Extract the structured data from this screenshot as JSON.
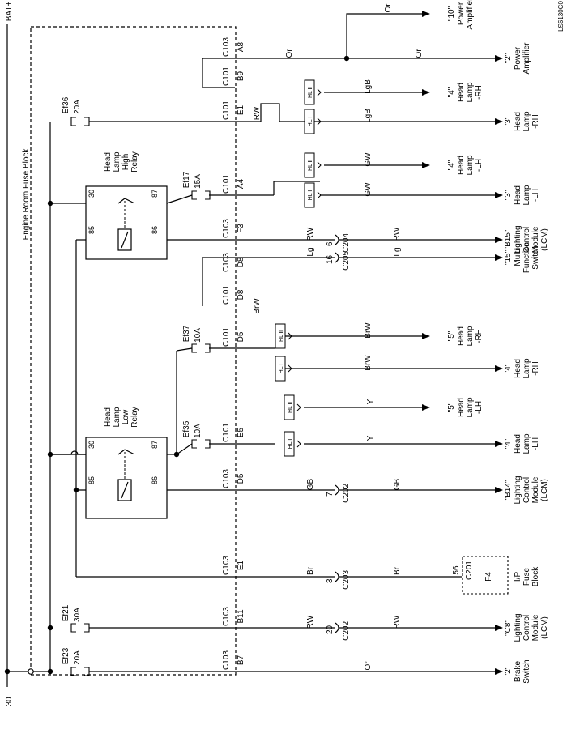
{
  "diagram_id": "LS6130C0",
  "power": {
    "bat_label": "BAT+",
    "ground_label": "30"
  },
  "fuse_block_title": "Engine Room Fuse Block",
  "relays": {
    "high": {
      "title_lines": [
        "Head",
        "Lamp",
        "High",
        "Relay"
      ],
      "pins": [
        "30",
        "87",
        "85",
        "86"
      ]
    },
    "low": {
      "title_lines": [
        "Head",
        "Lamp",
        "Low",
        "Relay"
      ],
      "pins": [
        "30",
        "87",
        "85",
        "86"
      ]
    }
  },
  "fuses": [
    {
      "name": "Ef36",
      "rating": "20A"
    },
    {
      "name": "Ef17",
      "rating": "15A"
    },
    {
      "name": "Ef37",
      "rating": "10A"
    },
    {
      "name": "Ef35",
      "rating": "10A"
    },
    {
      "name": "Ef21",
      "rating": "30A"
    },
    {
      "name": "Ef23",
      "rating": "20A"
    }
  ],
  "connectors": [
    {
      "conn": "C103",
      "pin": "A8"
    },
    {
      "conn": "C101",
      "pin": "B9"
    },
    {
      "conn": "C101",
      "pin": "E1"
    },
    {
      "conn": "C101",
      "pin": "A4"
    },
    {
      "conn": "C103",
      "pin": "F3"
    },
    {
      "conn": "C103",
      "pin": "D8"
    },
    {
      "conn": "C101",
      "pin": "D8"
    },
    {
      "conn": "C101",
      "pin": "D5"
    },
    {
      "conn": "C101",
      "pin": "E5"
    },
    {
      "conn": "C103",
      "pin": "D5"
    },
    {
      "conn": "C103",
      "pin": "E1"
    },
    {
      "conn": "C103",
      "pin": "B11"
    },
    {
      "conn": "C103",
      "pin": "B7"
    }
  ],
  "inline_connectors": [
    {
      "pin": "6",
      "conn": "C204"
    },
    {
      "pin": "16",
      "conn": "C205"
    },
    {
      "pin": "7",
      "conn": "C202"
    },
    {
      "pin": "3",
      "conn": "C203"
    },
    {
      "pin": "20",
      "conn": "C202"
    }
  ],
  "wire_colors": {
    "or_top": "Or",
    "or_main_left": "Or",
    "or_main_right": "Or",
    "rw_ef36": "RW",
    "lgb_upper": "LgB",
    "lgb_lower": "LgB",
    "gw_upper": "GW",
    "gw_lower": "GW",
    "rw_f3_left": "RW",
    "rw_f3_right": "RW",
    "lg_left": "Lg",
    "lg_right": "Lg",
    "brw_vertical": "BrW",
    "brw_upper": "BrW",
    "brw_lower": "BrW",
    "y_upper": "Y",
    "y_lower": "Y",
    "gb_left": "GB",
    "gb_right": "GB",
    "br_left": "Br",
    "br_right": "Br",
    "rw_b11_left": "RW",
    "rw_b11_right": "RW",
    "or_b7": "Or"
  },
  "lamp_tags": {
    "hl_high_upper": "HL Ⅱ",
    "hl_low_upper": "HL Ⅰ",
    "hl_high_lower": "HL Ⅱ",
    "hl_low_lower": "HL Ⅰ",
    "hl_high_d5": "HL Ⅱ",
    "hl_low_d5": "HL Ⅰ",
    "hl_high_e5": "HL Ⅱ",
    "hl_low_e5": "HL Ⅰ"
  },
  "ip_fuse_block": {
    "pin": "56",
    "conn": "C201",
    "fuse": "F4",
    "title_lines": [
      "I/P",
      "Fuse",
      "Block"
    ]
  },
  "destinations": [
    {
      "pin": "\"10\"",
      "lines": [
        "Power",
        "Amplifier"
      ]
    },
    {
      "pin": "\"2\"",
      "lines": [
        "Power",
        "Amplifier"
      ]
    },
    {
      "pin": "\"4\"",
      "lines": [
        "Head",
        "Lamp",
        "-RH"
      ]
    },
    {
      "pin": "\"3\"",
      "lines": [
        "Head",
        "Lamp",
        "-RH"
      ]
    },
    {
      "pin": "\"4\"",
      "lines": [
        "Head",
        "Lamp",
        "-LH"
      ]
    },
    {
      "pin": "\"3\"",
      "lines": [
        "Head",
        "Lamp",
        "-LH"
      ]
    },
    {
      "pin": "\"B15\"",
      "lines": [
        "Lighting",
        "Control",
        "Module",
        "(LCM)"
      ]
    },
    {
      "pin": "\"15\"",
      "lines": [
        "Multi",
        "Function",
        "Switch"
      ]
    },
    {
      "pin": "\"5\"",
      "lines": [
        "Head",
        "Lamp",
        "-RH"
      ]
    },
    {
      "pin": "\"4\"",
      "lines": [
        "Head",
        "Lamp",
        "-RH"
      ]
    },
    {
      "pin": "\"5\"",
      "lines": [
        "Head",
        "Lamp",
        "-LH"
      ]
    },
    {
      "pin": "\"4\"",
      "lines": [
        "Head",
        "Lamp",
        "-LH"
      ]
    },
    {
      "pin": "\"B14\"",
      "lines": [
        "Lighting",
        "Control",
        "Module",
        "(LCM)"
      ]
    },
    {
      "pin": "\"C8\"",
      "lines": [
        "Lighting",
        "Control",
        "Module",
        "(LCM)"
      ]
    },
    {
      "pin": "\"2\"",
      "lines": [
        "Brake",
        "Switch"
      ]
    }
  ]
}
